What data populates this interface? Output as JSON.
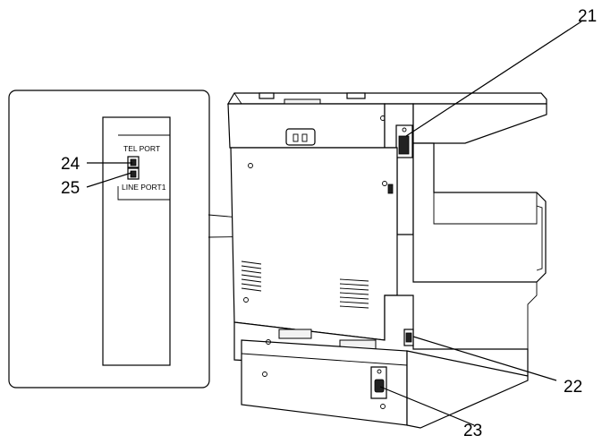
{
  "callouts": {
    "c21": "21",
    "c22": "22",
    "c23": "23",
    "c24": "24",
    "c25": "25"
  },
  "ports": {
    "tel": "TEL PORT",
    "line": "LINE PORT1"
  }
}
